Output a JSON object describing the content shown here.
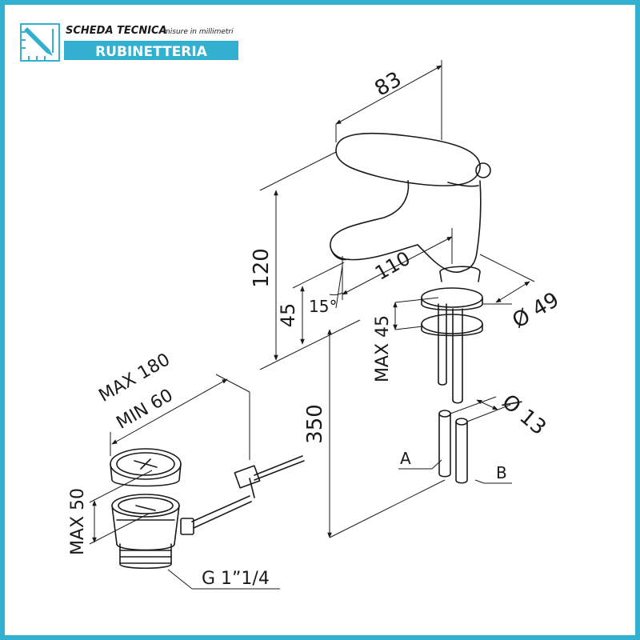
{
  "header": {
    "title": "SCHEDA TECNICA",
    "subtitle": "misure in millimetri",
    "category": "RUBINETTERIA",
    "icon": "ruler-pencil-icon"
  },
  "colors": {
    "frame": "#33b0d0",
    "band": "#33b0d0",
    "line": "#1a1a1a"
  },
  "dimensions": {
    "width_83": "83",
    "height_120": "120",
    "spout_110": "110",
    "spout_45": "45",
    "angle_15": "15°",
    "max_45": "MAX 45",
    "diameter_49": "Ø 49",
    "height_350": "350",
    "diameter_13": "Ø 13",
    "max_180": "MAX 180",
    "min_60": "MIN 60",
    "max_50": "MAX 50",
    "thread": "G 1”1/4"
  },
  "labels": {
    "hose_a": "A",
    "hose_b": "B"
  }
}
